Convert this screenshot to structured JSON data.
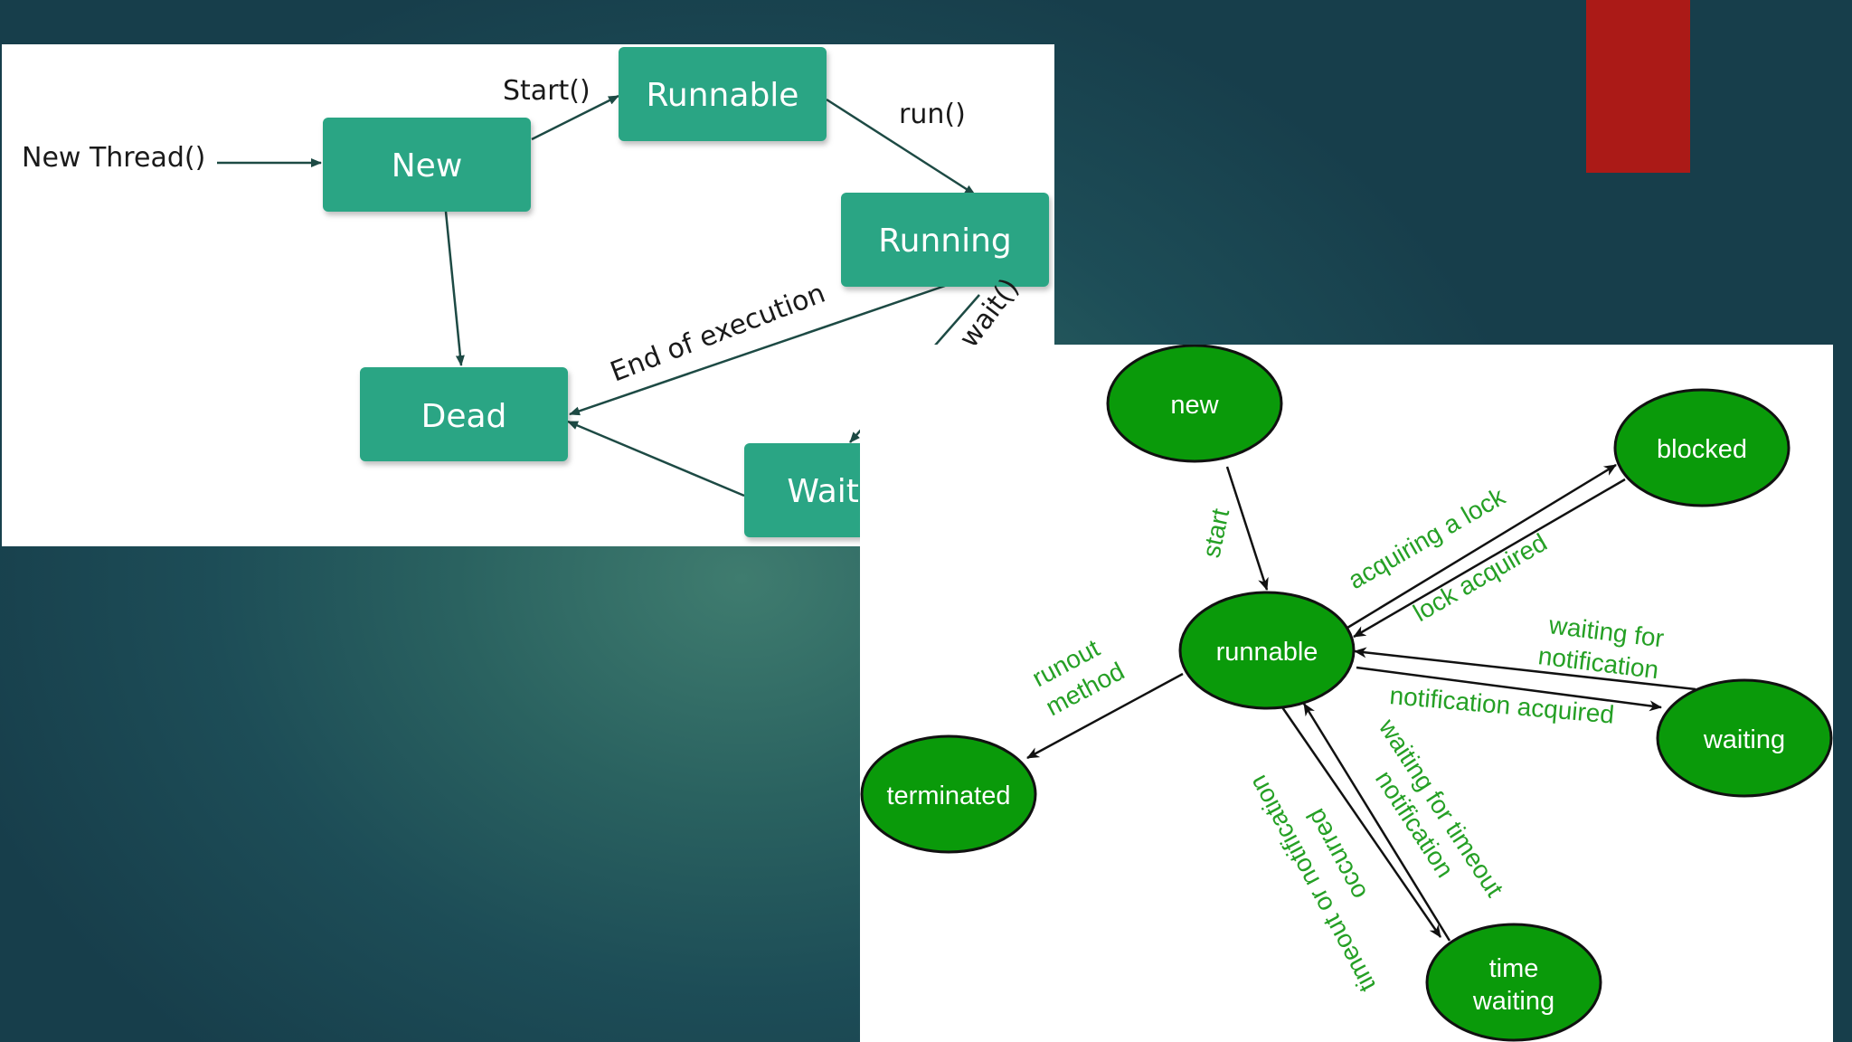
{
  "colors": {
    "box_fill": "#2aa584",
    "oval_fill": "#0a9a0a",
    "label_green": "#25a025",
    "accent_red": "#ab1a17"
  },
  "diagram_top": {
    "states": {
      "new": "New",
      "runnable": "Runnable",
      "running": "Running",
      "dead": "Dead",
      "waiting": "Waiting"
    },
    "edges": {
      "new_thread": "New Thread()",
      "start": "Start()",
      "run": "run()",
      "end_of_execution": "End of execution",
      "sleep_wait": "Sleep(), wait()"
    }
  },
  "diagram_right": {
    "states": {
      "new": "new",
      "runnable": "runnable",
      "blocked": "blocked",
      "waiting": "waiting",
      "terminated": "terminated",
      "time_waiting_1": "time",
      "time_waiting_2": "waiting"
    },
    "edges": {
      "start": "start",
      "acquiring_lock": "acquiring a lock",
      "lock_acquired": "lock acquired",
      "waiting_for_notification_1": "waiting for",
      "waiting_for_notification_2": "notification",
      "notification_acquired": "notification acquired",
      "runout_1": "runout",
      "runout_2": "method",
      "timeout_wait_1": "waiting for timeout",
      "timeout_wait_2": "notification",
      "timeout_occurred_1": "timeout or notification",
      "timeout_occurred_2": "occurred"
    }
  }
}
